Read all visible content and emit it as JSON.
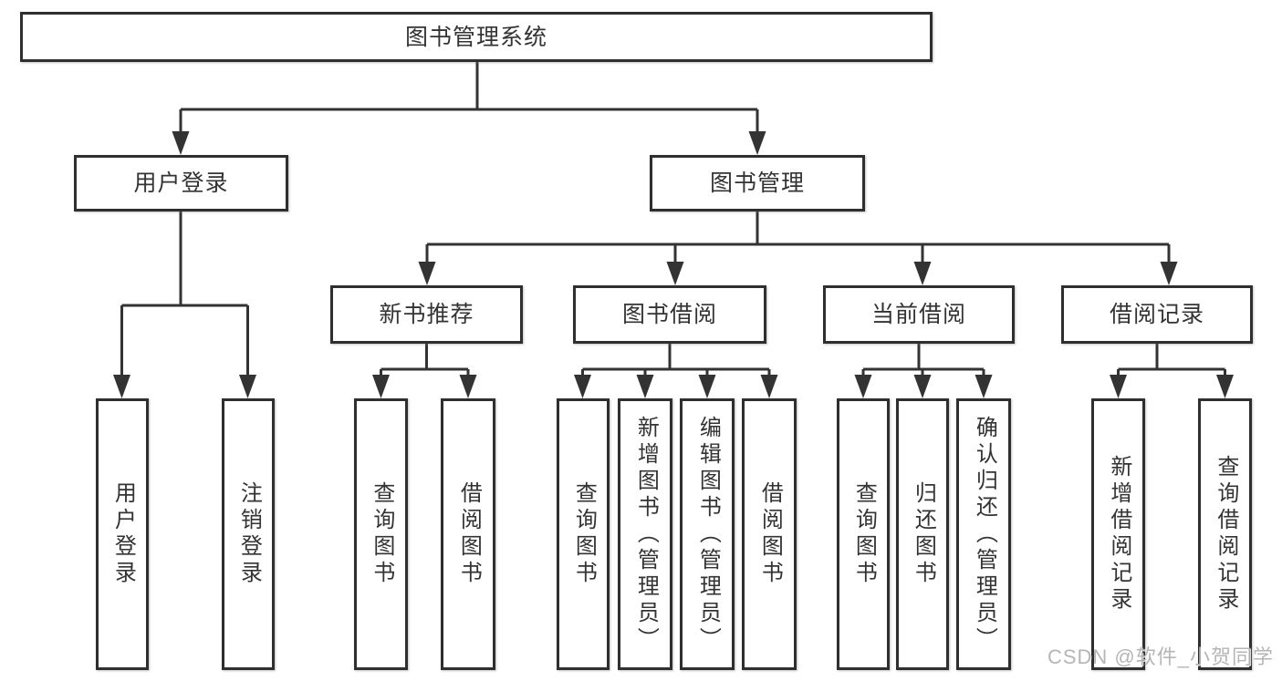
{
  "nodes": {
    "root": {
      "label": "图书管理系统"
    },
    "level2": [
      {
        "label": "用户登录"
      },
      {
        "label": "图书管理"
      }
    ],
    "level3": [
      {
        "label": "新书推荐"
      },
      {
        "label": "图书借阅"
      },
      {
        "label": "当前借阅"
      },
      {
        "label": "借阅记录"
      }
    ],
    "leaves": [
      {
        "label": "用户登录"
      },
      {
        "label": "注销登录"
      },
      {
        "label": "查询图书"
      },
      {
        "label": "借阅图书"
      },
      {
        "label": "查询图书"
      },
      {
        "label": "新增图书（管理员）"
      },
      {
        "label": "编辑图书（管理员）"
      },
      {
        "label": "借阅图书"
      },
      {
        "label": "查询图书"
      },
      {
        "label": "归还图书"
      },
      {
        "label": "确认归还（管理员）"
      },
      {
        "label": "新增借阅记录"
      },
      {
        "label": "查询借阅记录"
      }
    ]
  },
  "watermark": {
    "text": "CSDN @软件_小贺同学"
  },
  "colors": {
    "line": "#333333",
    "text": "#333333",
    "background": "#ffffff",
    "watermark": "#b2b2b2"
  }
}
